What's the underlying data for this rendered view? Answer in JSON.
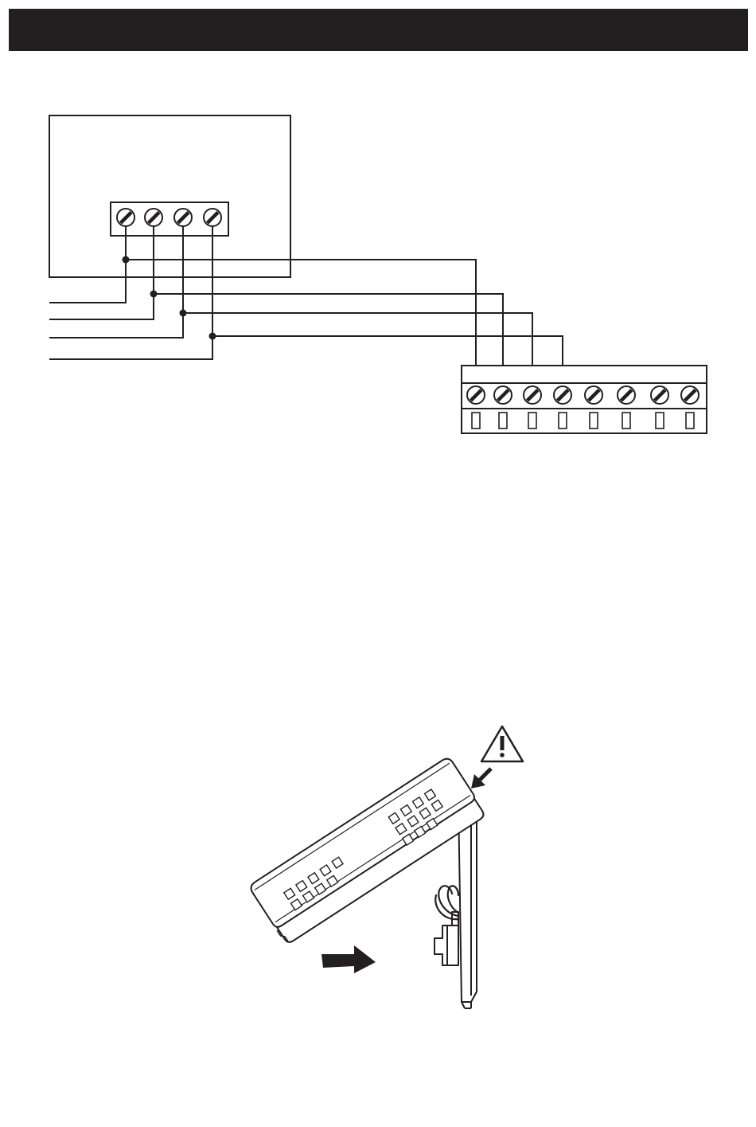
{
  "colors": {
    "ink": "#231f20",
    "paper": "#ffffff"
  },
  "header_bar": {},
  "wiring_diagram": {
    "device_terminal_screws": 4,
    "strip_terminal_screws": 8,
    "wires": 4,
    "icons": [
      "screw-terminal-icon",
      "junction-dot-icon"
    ]
  },
  "mounting_diagram": {
    "icons": [
      "warning-triangle-icon",
      "arrow-icon"
    ]
  }
}
